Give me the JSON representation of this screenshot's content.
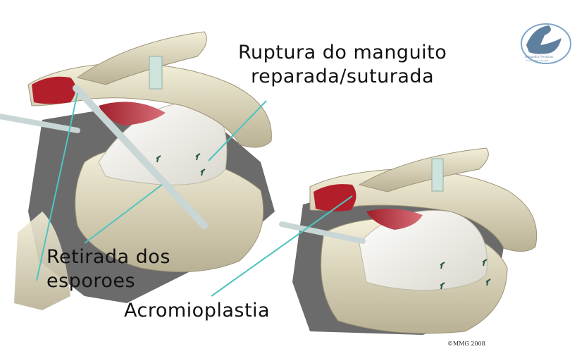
{
  "labels": {
    "ruptura_line1": "Ruptura do manguito",
    "ruptura_line2": "reparada/suturada",
    "retirada_line1": "Retirada dos",
    "retirada_line2": "esporoes",
    "acromioplastia": "Acromioplastia"
  },
  "copyright": "©MMG 2008",
  "logo": {
    "text_line1": "Ortopedia Ferrabraz",
    "text_line2": "Foco, pulso e terapia"
  },
  "colors": {
    "bone": "#e8e2c8",
    "tendon": "#f2f1ea",
    "muscle": "#b8323c",
    "pointer": "#4fc3c0",
    "instrument": "#c9d6d6"
  }
}
